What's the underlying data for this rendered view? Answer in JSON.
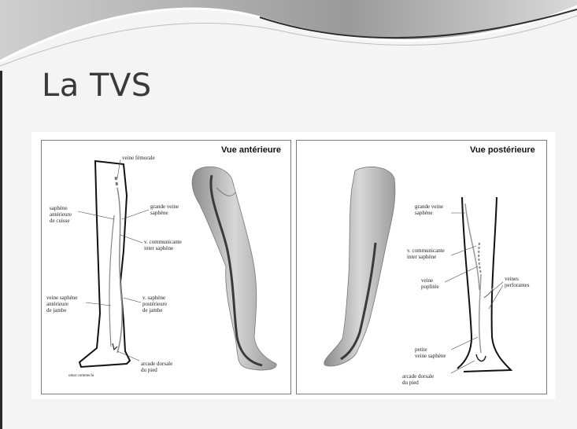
{
  "slide": {
    "title": "La TVS"
  },
  "anterior_panel": {
    "heading": "Vue antérieure",
    "labels": {
      "veine_femorale": "veine fémorale",
      "saphene_anterieure_cuisse": "saphène\nantérieure\nde cuisse",
      "grande_veine_saphene": "grande veine\nsaphène",
      "v_communicante": "v. communicante\ninter saphène",
      "veine_saphene_anterieure_jambe": "veine saphène\nantérieure\nde jambe",
      "v_saphene_posterieure": "v. saphène\npostérieure\nde jambe",
      "arcade_dorsale": "arcade dorsale\ndu pied",
      "credit": "omar commecla"
    }
  },
  "posterior_panel": {
    "heading": "Vue postérieure",
    "labels": {
      "grande_veine_saphene": "grande veine\nsaphène",
      "v_communicante": "v. communicante\ninter saphène",
      "veine_poplitee": "veine\npoplitée",
      "veines_perforantes": "veines\nperforantes",
      "petite_veine_saphene": "petite\nveine saphène",
      "arcade_dorsale": "arcade dorsale\ndu pied"
    }
  },
  "colors": {
    "vein_dark": "#3a3a3a",
    "skin": "#b8b8b8"
  }
}
